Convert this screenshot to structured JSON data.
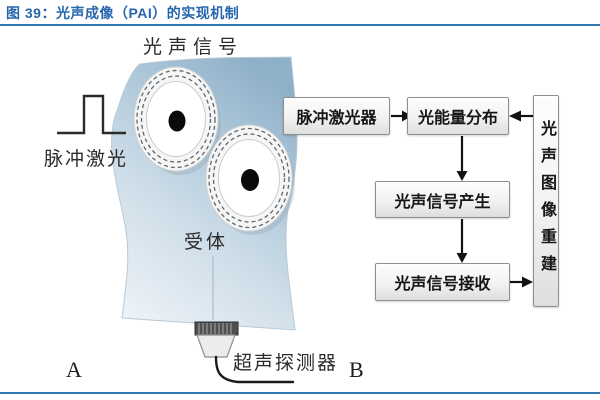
{
  "figure": {
    "title": "图 39：光声成像（PAI）的实现机制",
    "colors": {
      "accent_rule": "#2E75B6",
      "title_text": "#2666AD",
      "tissue_blue": "#9DBBD0"
    }
  },
  "illustration": {
    "panel_label": "A",
    "labels": {
      "photoacoustic_signal": "光声信号",
      "pulsed_laser": "脉冲激光",
      "receptor": "受体",
      "ultrasound_detector": "超声探测器"
    }
  },
  "flowchart": {
    "panel_label": "B",
    "nodes": {
      "pulsed_laser": "脉冲激光器",
      "light_energy_distribution": "光能量分布",
      "signal_generation": "光声信号产生",
      "signal_reception": "光声信号接收",
      "image_reconstruction": "光声图像重建"
    },
    "edges": [
      {
        "from": "pulsed_laser",
        "to": "light_energy_distribution"
      },
      {
        "from": "image_reconstruction",
        "to": "light_energy_distribution"
      },
      {
        "from": "light_energy_distribution",
        "to": "signal_generation"
      },
      {
        "from": "signal_generation",
        "to": "signal_reception"
      },
      {
        "from": "signal_reception",
        "to": "image_reconstruction"
      }
    ]
  }
}
